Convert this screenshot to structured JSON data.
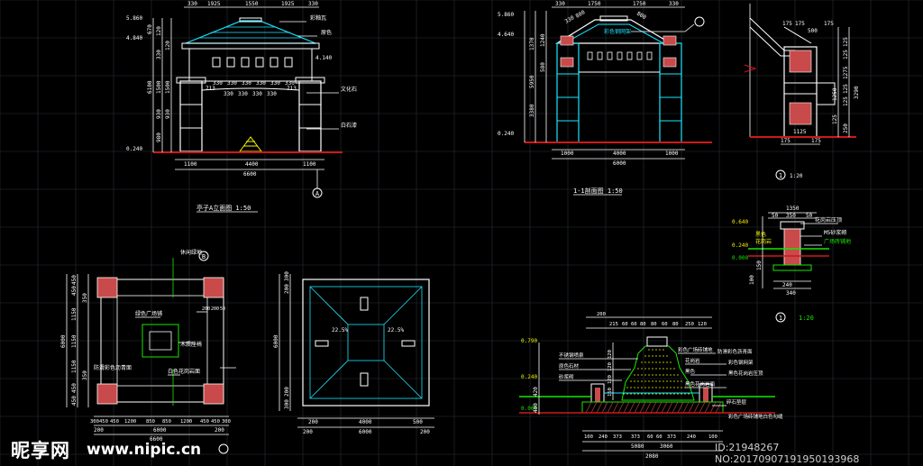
{
  "colors": {
    "background": "#000000",
    "grid": "#2a2f3a",
    "outline": "#ffffff",
    "cyan": "#19e6ff",
    "yellow": "#f2f200",
    "green": "#19e600",
    "red_fill": "#c84a4a",
    "red_line": "#d01818",
    "magenta": "#e040e0",
    "gray": "#a0a0a0"
  },
  "pavilion_elevation": {
    "title": "亭子A立面图 1:50",
    "top_dims": [
      "330",
      "1925",
      "1550",
      "1925",
      "330"
    ],
    "elevations": [
      "5.860",
      "4.840",
      "0.240"
    ],
    "left_dims": [
      "670",
      "120",
      "330",
      "120",
      "6100",
      "1500",
      "930",
      "1500",
      "930",
      "980"
    ],
    "beam_dims_row1": [
      "330",
      "330",
      "330",
      "330",
      "330",
      "330"
    ],
    "beam_dims_row2": [
      "330",
      "330",
      "330",
      "330"
    ],
    "side_ticks": [
      "713",
      "713"
    ],
    "level_4140": "4.140",
    "bottom_dims": [
      "1100",
      "4400",
      "1100"
    ],
    "total_width": "6600",
    "callouts": [
      "彩釉瓦",
      "原色",
      "文化石",
      "白石漆"
    ],
    "axis_mark": "A"
  },
  "section_1_1": {
    "title": "1-1剖面图 1:50",
    "top_dims": [
      "330",
      "1750",
      "1750",
      "330"
    ],
    "diag_dims": [
      "330",
      "800",
      "800"
    ],
    "elevations": [
      "5.860",
      "4.640",
      "0.240"
    ],
    "left_dims": [
      "1370",
      "1240",
      "580",
      "5950",
      "3380"
    ],
    "bottom_dims": [
      "1000",
      "4000",
      "1000"
    ],
    "total_width": "6000",
    "callout": "彩色钢网架"
  },
  "detail_1": {
    "top_dims": [
      "175",
      "175",
      "500",
      "175"
    ],
    "right_dims": [
      "125",
      "125",
      "1275",
      "125",
      "125",
      "1250",
      "3290",
      "125",
      "250"
    ],
    "bottom_dims": [
      "175",
      "1125",
      "175"
    ],
    "label": "1",
    "scale": "1:20"
  },
  "detail_2": {
    "top_dims": [
      "1350",
      "50",
      "350",
      "50"
    ],
    "elevations": [
      "0.640",
      "0.240",
      "0.000"
    ],
    "left_dims": [
      "100",
      "150"
    ],
    "bottom_dims": [
      "240",
      "340"
    ],
    "callouts": [
      "花岗岩压顶",
      "M5砂浆砌",
      "广场砖铺地"
    ],
    "side_labels": [
      "黑色",
      "花岗岩"
    ],
    "label": "1",
    "scale": "1:20"
  },
  "plan": {
    "left_dims": [
      "450",
      "450",
      "350",
      "1150",
      "6000",
      "1150",
      "1150",
      "350",
      "450",
      "450"
    ],
    "bottom_dims_row1": [
      "300",
      "450",
      "450",
      "1200",
      "850",
      "850",
      "1200",
      "450",
      "450",
      "300"
    ],
    "bottom_dims_row2": [
      "200",
      "6000",
      "200"
    ],
    "total_width": "6600",
    "column_dims": [
      "200",
      "200",
      "50"
    ],
    "labels": [
      "绿色广场铺",
      "木质座椅",
      "休闲绿地",
      "白色花岗岩面",
      "防滑彩色沥青面"
    ],
    "axis_mark": "B"
  },
  "roof_plan": {
    "left_dims": [
      "300",
      "200",
      "6000",
      "200",
      "300"
    ],
    "bottom_dims_row1": [
      "200",
      "4000",
      "500"
    ],
    "bottom_dims_row2": [
      "200",
      "6000",
      "200"
    ],
    "slopes": [
      "22.5%",
      "22.5%"
    ]
  },
  "fountain": {
    "top_dims": [
      "200",
      "215",
      "60",
      "60",
      "80",
      "80",
      "60",
      "80",
      "250",
      "120"
    ],
    "elevations": [
      "0.790",
      "0.240",
      "0.000"
    ],
    "left_dims": [
      "420",
      "400"
    ],
    "inner_dims": [
      "120",
      "120",
      "120",
      "150"
    ],
    "bottom_dims_row1": [
      "100",
      "240",
      "373",
      "373",
      "60",
      "60",
      "373",
      "240",
      "100"
    ],
    "bottom_dims_row2": [
      "5080",
      "3060"
    ],
    "total_width": "2080",
    "callouts": [
      "不锈钢喷泉",
      "原色石材",
      "砂浆砌",
      "彩色广场砖铺地",
      "花岗岩",
      "黑色",
      "黑色花岗岩面",
      "碎石垫层"
    ],
    "notes": [
      "防滑彩色沥青面",
      "彩色钢网架",
      "黑色花岗岩压顶",
      "彩色广场砖铺地白色勾缝"
    ]
  },
  "watermark": {
    "logo": "昵享网",
    "url": "www.nipic.cn",
    "id": "ID:21948267 NO:20170907191950193968"
  }
}
